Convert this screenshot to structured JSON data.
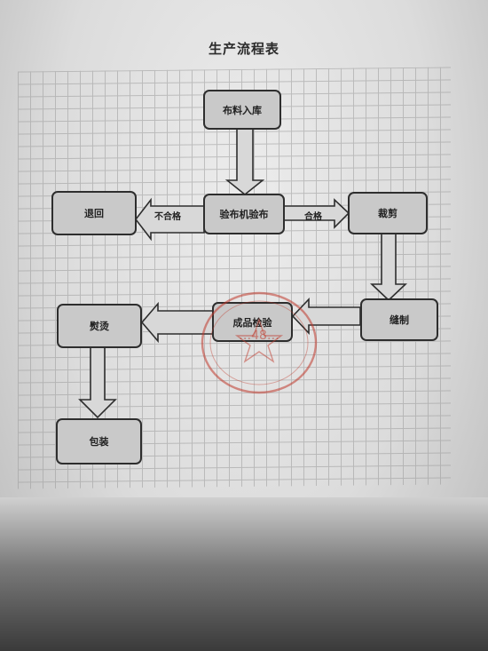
{
  "title": "生产流程表",
  "nodes": {
    "fabric_in": "布料入库",
    "inspect": "验布机验布",
    "return": "退回",
    "cutting": "裁剪",
    "sewing": "缝制",
    "final_check": "成品检验",
    "ironing": "熨烫",
    "packing": "包装"
  },
  "edges": {
    "fail": "不合格",
    "pass": "合格"
  },
  "stamp_text": "…48…"
}
